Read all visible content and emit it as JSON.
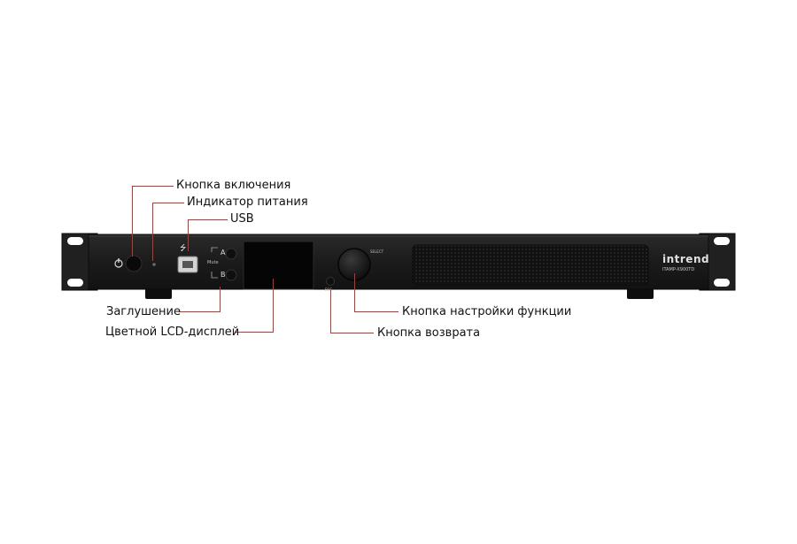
{
  "callouts": {
    "power_button": "Кнопка включения",
    "power_indicator": "Индикатор питания",
    "usb": "USB",
    "mute": "Заглушение",
    "lcd_display": "Цветной LCD-дисплей",
    "function_knob": "Кнопка настройки функции",
    "back_button": "Кнопка возврата"
  },
  "device": {
    "brand": "intrend",
    "model": "ITAMP-X900TD",
    "button_a_label": "A",
    "button_b_label": "B",
    "mute_label": "Mute",
    "select_label": "SELECT",
    "esc_label": "ESC",
    "usb_symbol": "⭍"
  },
  "colors": {
    "chassis": "#1b1b1b",
    "leader_line": "#c7312d",
    "label_text": "#111111",
    "device_text": "#d8d8d8"
  }
}
